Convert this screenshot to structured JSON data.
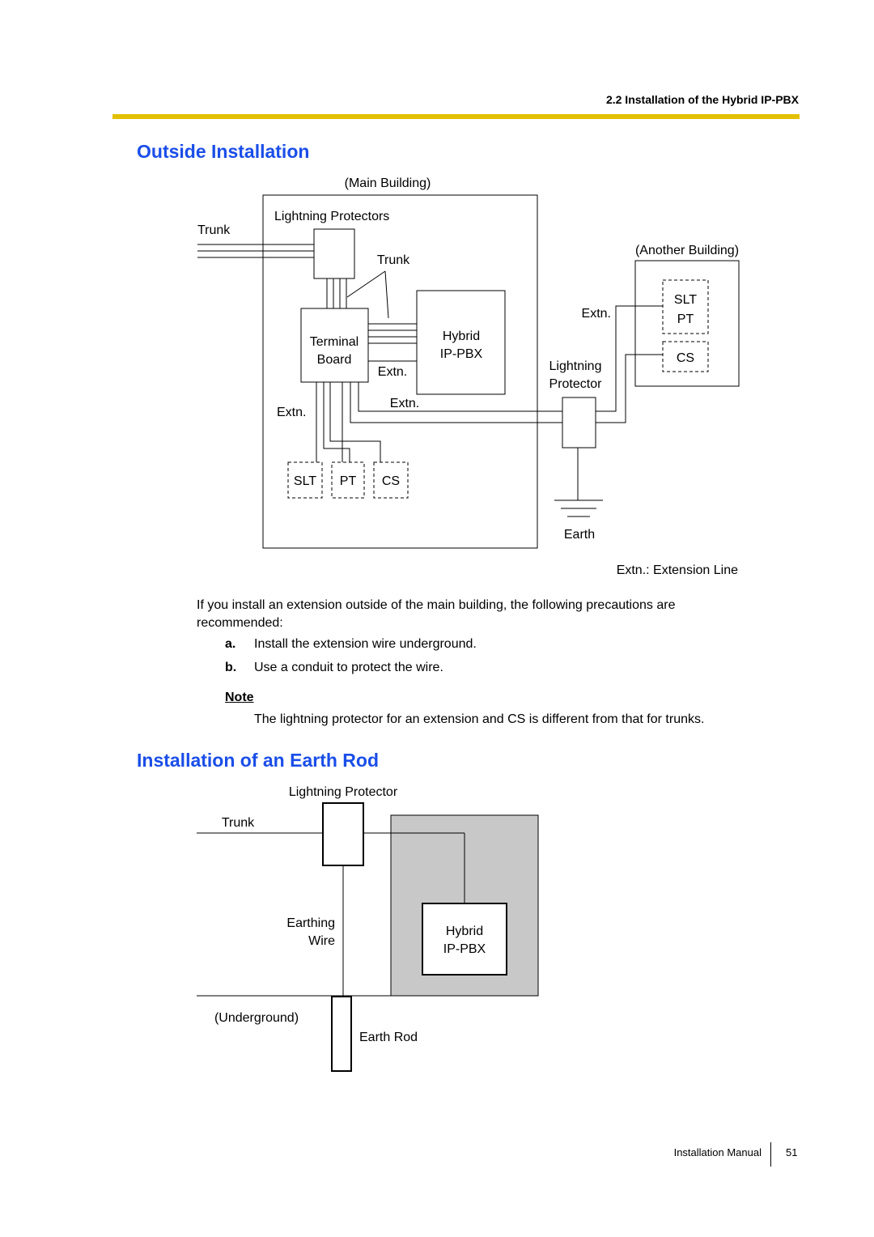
{
  "header": {
    "section": "2.2 Installation of the Hybrid IP-PBX"
  },
  "outside": {
    "title": "Outside Installation",
    "diagram": {
      "main_building": "(Main Building)",
      "lightning_protectors": "Lightning Protectors",
      "trunk_left": "Trunk",
      "trunk_inner": "Trunk",
      "another_building": "(Another Building)",
      "extn_right": "Extn.",
      "slt_right": "SLT",
      "pt_right": "PT",
      "cs_right": "CS",
      "terminal": "Terminal",
      "board": "Board",
      "hybrid": "Hybrid",
      "ippbx": "IP-PBX",
      "extn_board": "Extn.",
      "extn_mid": "Extn.",
      "extn_left": "Extn.",
      "lightning": "Lightning",
      "protector": "Protector",
      "slt_bottom": "SLT",
      "pt_bottom": "PT",
      "cs_bottom": "CS",
      "earth": "Earth",
      "legend": "Extn.: Extension Line"
    },
    "paragraph": "If you install an extension outside of the main building, the following precautions are recommended:",
    "items": [
      {
        "marker": "a.",
        "text": "Install the extension wire underground."
      },
      {
        "marker": "b.",
        "text": "Use a conduit to protect the wire."
      }
    ],
    "note_label": "Note",
    "note_text": "The lightning protector for an extension and CS is different from that for trunks."
  },
  "earth_rod": {
    "title": "Installation of an Earth Rod",
    "diagram": {
      "lightning_protector": "Lightning Protector",
      "trunk": "Trunk",
      "earthing": "Earthing",
      "wire": "Wire",
      "hybrid": "Hybrid",
      "ippbx": "IP-PBX",
      "underground": "(Underground)",
      "earth_rod": "Earth Rod"
    }
  },
  "footer": {
    "label": "Installation Manual",
    "page": "51"
  },
  "colors": {
    "accent_rule": "#e3c100",
    "heading": "#1a4ee8",
    "building_fill": "#c8c8c8"
  }
}
